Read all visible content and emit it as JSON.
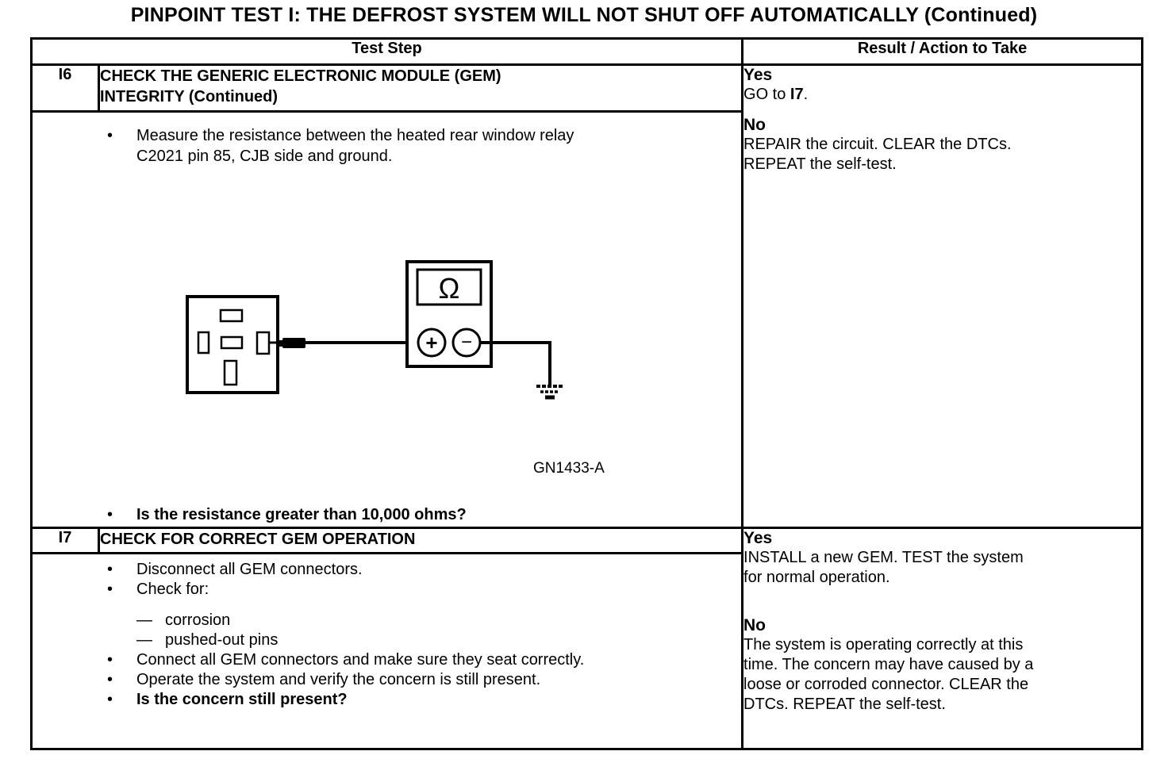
{
  "page_title": "PINPOINT TEST I: THE DEFROST SYSTEM WILL NOT SHUT OFF AUTOMATICALLY (Continued)",
  "table": {
    "header": {
      "test_step": "Test Step",
      "result_action": "Result / Action to Take"
    },
    "glyphs": {
      "bullet": "•",
      "dash": "—"
    },
    "i6": {
      "id": "I6",
      "title": "CHECK THE GENERIC ELECTRONIC MODULE (GEM)\nINTEGRITY (Continued)",
      "measure_instruction": "Measure the resistance between the heated rear window relay\nC2021 pin 85, CJB side and ground.",
      "figure_label": "GN1433-A",
      "question": "Is the resistance greater than 10,000 ohms?",
      "result": {
        "yes_label": "Yes",
        "yes_action_prefix": "GO to ",
        "yes_action_ref": "I7",
        "yes_action_suffix": ".",
        "no_label": "No",
        "no_action": "REPAIR the circuit. CLEAR the DTCs.\nREPEAT the self-test."
      }
    },
    "i7": {
      "id": "I7",
      "title": "CHECK FOR CORRECT GEM OPERATION",
      "bullet_disconnect": "Disconnect all GEM connectors.",
      "bullet_check_for": "Check for:",
      "dash_corrosion": "corrosion",
      "dash_pushed_out": "pushed-out pins",
      "bullet_connect": "Connect all GEM connectors and make sure they seat correctly.",
      "bullet_operate": "Operate the system and verify the concern is still present.",
      "question": "Is the concern still present?",
      "result": {
        "yes_label": "Yes",
        "yes_action": "INSTALL a new GEM. TEST the system\nfor normal operation.",
        "no_label": "No",
        "no_action": "The system is operating correctly at this\ntime. The concern may have caused by a\nloose or corroded connector. CLEAR the\nDTCs. REPEAT the self-test."
      }
    }
  },
  "diagram": {
    "ohm_symbol": "Ω",
    "plus_symbol": "+",
    "minus_symbol": "−"
  }
}
